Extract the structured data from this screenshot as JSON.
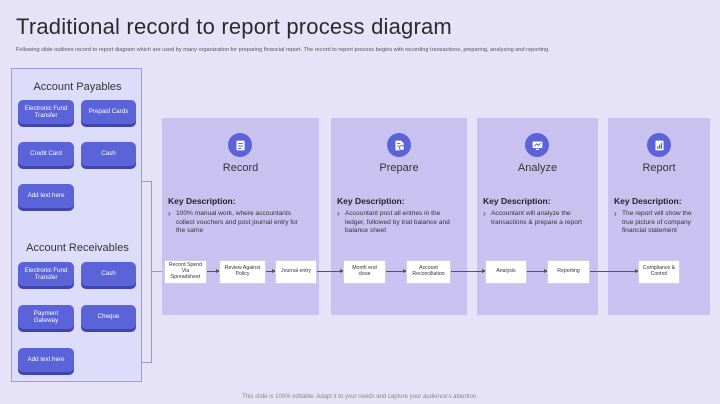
{
  "title": "Traditional record to report process diagram",
  "subtitle": "Following slide outlines record to report diagram which are used by many organization for preparing financial report. The record to report process begins with recording transactions, preparing, analyzing and reporting.",
  "left_panel": {
    "payables": {
      "title": "Account Payables",
      "items": [
        "Electronic Fund Transfer",
        "Prepaid Cards",
        "Credit Card",
        "Cash",
        "Add text here"
      ]
    },
    "receivables": {
      "title": "Account Receivables",
      "items": [
        "Electronic Fund Transfer",
        "Cash",
        "Payment Gateway",
        "Cheque",
        "Add text here"
      ]
    }
  },
  "stages": [
    {
      "name": "Record",
      "icon": "record-icon",
      "key_title": "Key Description:",
      "key_text": "100% manual work, where accountants collect vouchers and post journal entry for the same"
    },
    {
      "name": "Prepare",
      "icon": "prepare-icon",
      "key_title": "Key Description:",
      "key_text": "Accountant post all entries in the ledger, followed by trial balance and balance sheet"
    },
    {
      "name": "Analyze",
      "icon": "analyze-icon",
      "key_title": "Key Description:",
      "key_text": "Accountant will analyze the transactions & prepare a report"
    },
    {
      "name": "Report",
      "icon": "report-icon",
      "key_title": "Key Description:",
      "key_text": "The report will show the true picture of company financial statement"
    }
  ],
  "flow_nodes": [
    "Record Spend Via Spreadsheet",
    "Review Against Policy",
    "Journal entry",
    "Month end close",
    "Account Reconciliation",
    "Analysis",
    "Reporting",
    "Compliance & Control"
  ],
  "footer": "This slide is 100% editable. Adapt it to your needs and capture your audience's attention.",
  "colors": {
    "background": "#e6e3f8",
    "panel": "#ddddfb",
    "stage": "#c9c2f0",
    "accent": "#5a63d8"
  }
}
